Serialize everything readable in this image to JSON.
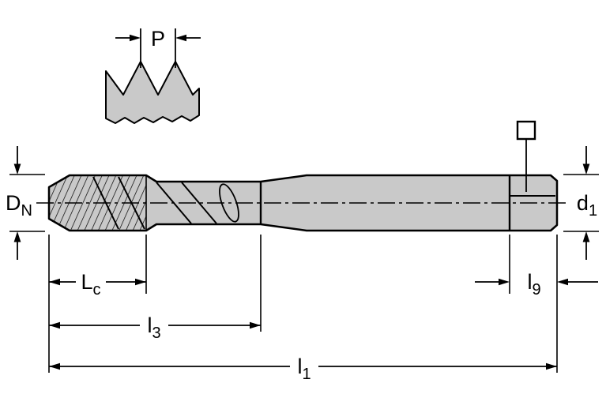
{
  "labels": {
    "pitch": {
      "main": "P",
      "sub": ""
    },
    "nominal_diameter": {
      "main": "D",
      "sub": "N"
    },
    "shank_diameter": {
      "main": "d",
      "sub": "1"
    },
    "chamfer_length": {
      "main": "L",
      "sub": "c"
    },
    "thread_length": {
      "main": "l",
      "sub": "3"
    },
    "overall_length": {
      "main": "l",
      "sub": "1"
    },
    "square_length": {
      "main": "l",
      "sub": "9"
    }
  },
  "colors": {
    "background": "#ffffff",
    "body_fill": "#c9c9c9",
    "line": "#000000"
  },
  "icons": {
    "square_drive": "square-drive-symbol"
  }
}
